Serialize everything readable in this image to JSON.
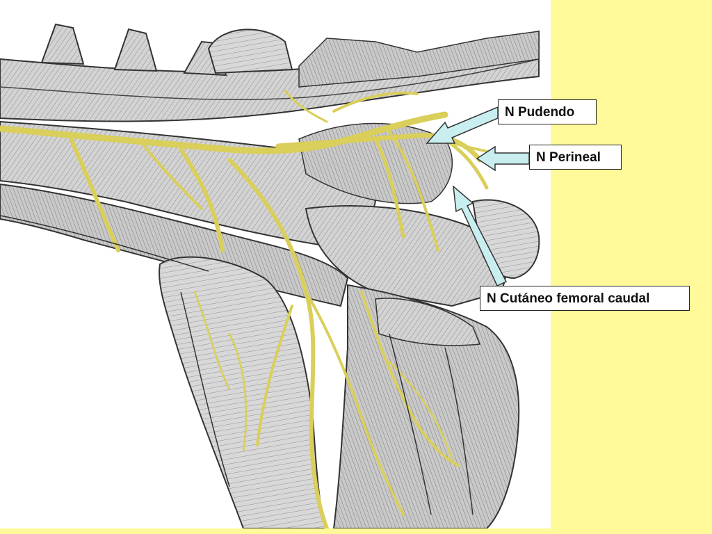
{
  "labels": {
    "pudendo": "N Pudendo",
    "perineal": "N Perineal",
    "cutaneo": "N Cutáneo femoral caudal"
  },
  "colors": {
    "background": "#fff99a",
    "nerve": "#d9cf5a",
    "muscle": "#cfcfcf",
    "arrow": "#c8eef0"
  }
}
